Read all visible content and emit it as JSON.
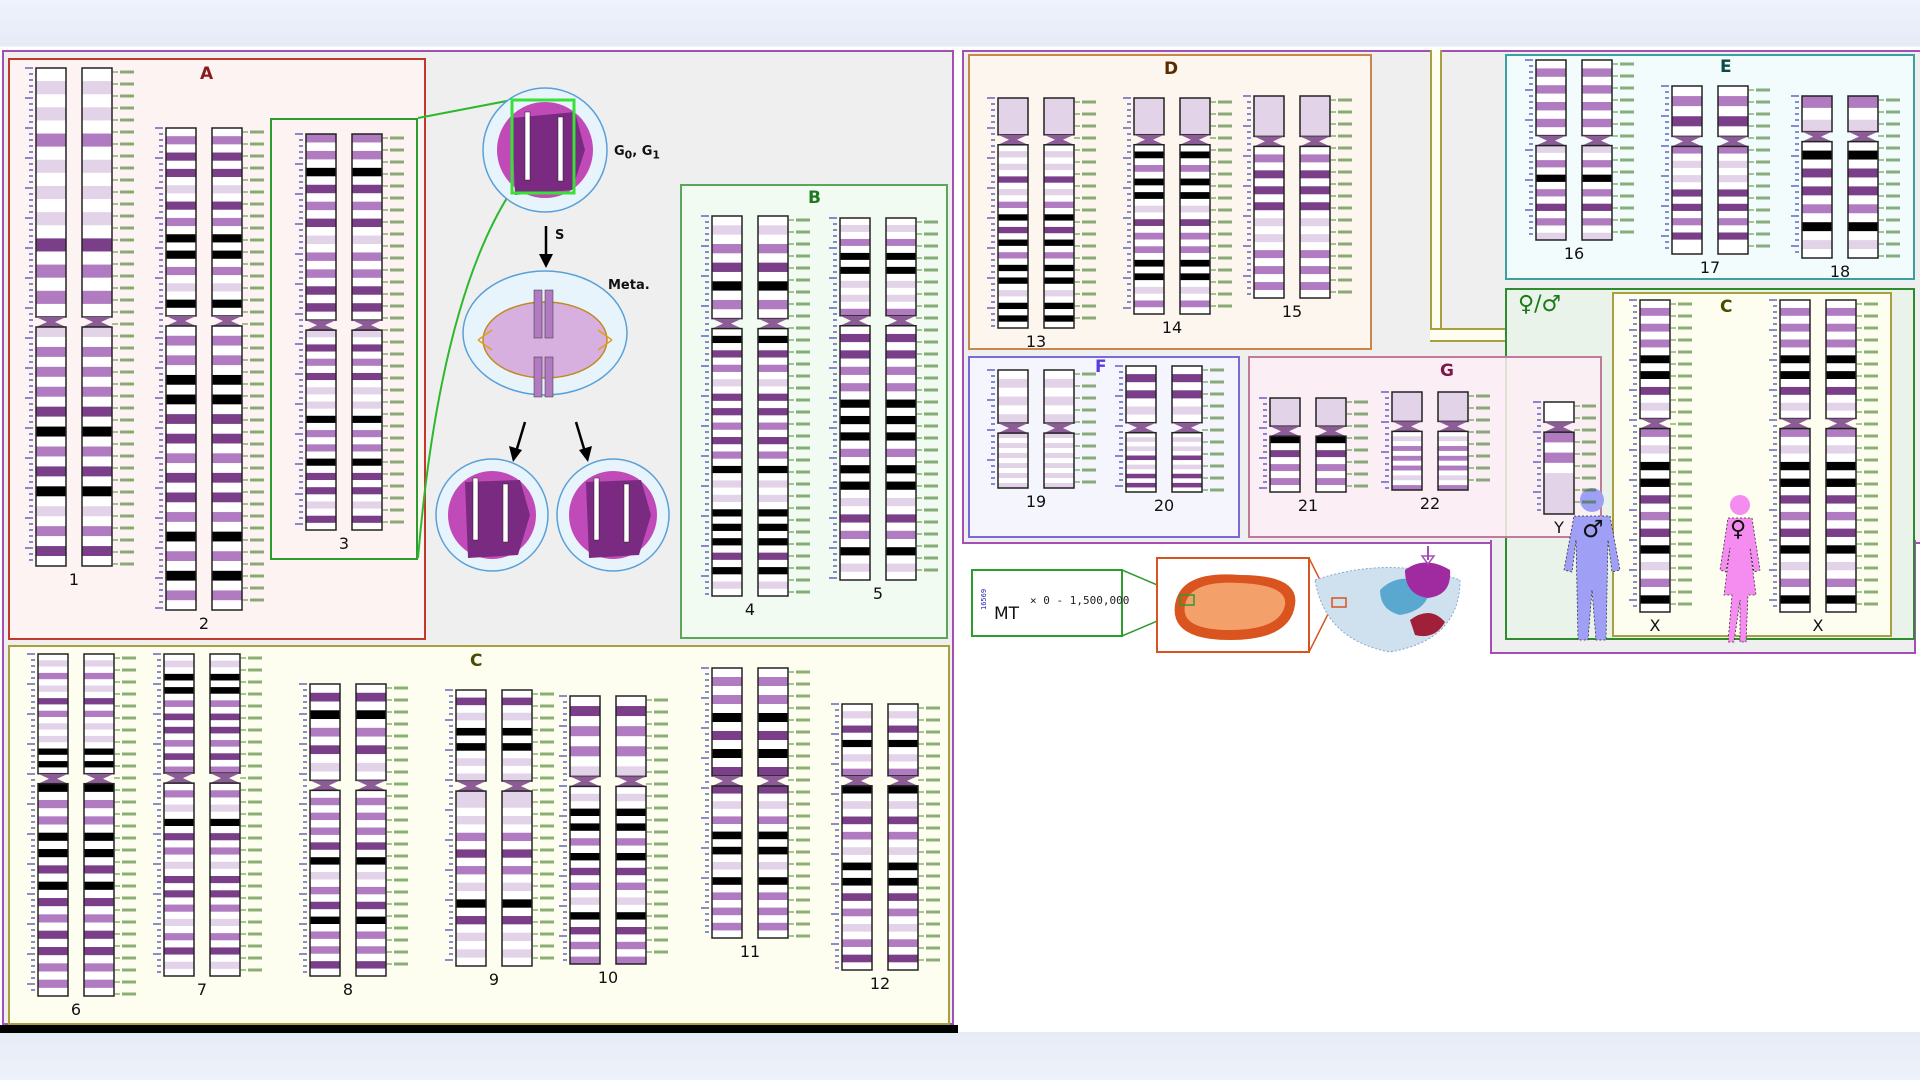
{
  "title": "Human karyotype ideogram (chromosome groups, cell cycle, mitochondrial DNA)",
  "colors": {
    "band_black": "#000000",
    "band_dark": "#7b3f8a",
    "band_mid": "#b07bc0",
    "band_light": "#e3d3e8",
    "band_white": "#ffffff",
    "centromere": "#8b5c95",
    "scale_blue": "#1a1aa8",
    "label_green": "#2b6b10",
    "group_A": "#8b1a1a",
    "group_B": "#1f7a1f",
    "group_C": "#4a4a00",
    "group_D": "#5a2a00",
    "group_E": "#0b4a4a",
    "group_F": "#5a3ae0",
    "group_G": "#7a1a4a",
    "sex": "#1a7a1a"
  },
  "groups": {
    "A": {
      "label": "A",
      "chromosomes": [
        "1",
        "2",
        "3"
      ]
    },
    "B": {
      "label": "B",
      "chromosomes": [
        "4",
        "5"
      ]
    },
    "C": {
      "label": "C",
      "chromosomes": [
        "6",
        "7",
        "8",
        "9",
        "10",
        "11",
        "12"
      ]
    },
    "D": {
      "label": "D",
      "chromosomes": [
        "13",
        "14",
        "15"
      ]
    },
    "E": {
      "label": "E",
      "chromosomes": [
        "16",
        "17",
        "18"
      ]
    },
    "F": {
      "label": "F",
      "chromosomes": [
        "19",
        "20"
      ]
    },
    "G": {
      "label": "G",
      "chromosomes": [
        "21",
        "22"
      ]
    },
    "sex": {
      "label": "♀/♂",
      "c_label": "C",
      "chromosomes": [
        "X",
        "X",
        "X",
        "Y"
      ]
    }
  },
  "cell_cycle": {
    "g0g1": "G",
    "g0_sub": "0",
    "g1_sub": "1",
    "s_label": "S",
    "meta_label": "Meta."
  },
  "mito": {
    "label": "MT",
    "copies": "× 0 - 1,500,000",
    "scale": "16569"
  },
  "figures": {
    "male_symbol": "♂",
    "female_symbol": "♀"
  },
  "chromosomes": {
    "1": {
      "name": "1",
      "p": "wlwlwmwlwlwlwdwmwmw",
      "q": "LwmwmwmwdwBwmwdwBwlwmwdw",
      "plen": 0.5
    },
    "2": {
      "name": "2",
      "p": "wmwdwdwlwdwmwBwBwmwlwBw",
      "q": "wmwmwBwBwdwdwmwdwdwmwBwmwBwmw",
      "plen": 0.39
    },
    "3": {
      "name": "3",
      "p": "mwmwBwdwmwdwlwmwmwdwdw",
      "q": "lwdwmwdwlwlwBwmwmwBwdwdwlwdw",
      "plen": 0.47
    },
    "4": {
      "name": "4",
      "p": "wlwmwdwBwmw",
      "q": "wBwdwmwlwdwdwmwdwmwBwlwlwBwBwBwdwBwlw",
      "plen": 0.27
    },
    "5": {
      "name": "5",
      "p": "wlwmwBwBwlwlwm",
      "q": "wdwdwmwmwBwBwBwmwBwBwlwdwmwBwlw",
      "plen": 0.27
    },
    "6": {
      "name": "6",
      "p": "wlwmwlwdwmwlwlwBwBw",
      "q": "BwmwmwBwBwdwBwdwmwdwdwmwmw",
      "plen": 0.35
    },
    "7": {
      "name": "7",
      "p": "wlwBwBwmwdwdwmwdwm",
      "q": "wmwlwBwdwmwlwdwdwmwlwmwdwlw",
      "plen": 0.37
    },
    "8": {
      "name": "8",
      "p": "wdwBwmwdwlw",
      "q": "wmwmwmwdwBwlwmwdwBwmwmwdw",
      "plen": 0.33
    },
    "9": {
      "name": "9",
      "p": "wdwlwBwBwlwl",
      "q": "LLwlwmwdwmwlwBwdwlwlw",
      "plen": 0.33
    },
    "10": {
      "name": "10",
      "p": "wdwmwmwl",
      "q": "wlwBwBwmwBwdwmwlwBwdwmwm",
      "plen": 0.3
    },
    "11": {
      "name": "11",
      "p": "wmwmwBwdwBwd",
      "q": "dwlwmwBwBwlwBwmwmwmw",
      "plen": 0.4
    },
    "12": {
      "name": "12",
      "p": "wlwdwBwlwm",
      "q": "BwlwdwmwlwBwBwdwmwlwmwdw",
      "plen": 0.27
    },
    "13": {
      "name": "13",
      "p": "SS",
      "q": "wlwlwdwlwmwBwdwBwmwBwBwlwBwBw",
      "plen": 0.16
    },
    "14": {
      "name": "14",
      "p": "SS",
      "q": "wBwmwBwBwlwdwmwmwBwBwlwmw",
      "plen": 0.17
    },
    "15": {
      "name": "15",
      "p": "SS",
      "q": "wmwdwdwdwlwlwmwmwmw",
      "plen": 0.2
    },
    "16": {
      "name": "16",
      "p": "wmwmwmwmw",
      "q": "lwmwBwmwdwmwl",
      "plen": 0.42
    },
    "17": {
      "name": "17",
      "p": "wmwdw",
      "q": "mwlwlwdwdwmwdww",
      "plen": 0.3
    },
    "18": {
      "name": "18",
      "p": "mwl",
      "q": "wBwdwdwmwBwlw",
      "plen": 0.22
    },
    "19": {
      "name": "19",
      "p": "wlwlwl",
      "q": "lwlwlwlwlwl",
      "plen": 0.45
    },
    "20": {
      "name": "20",
      "p": "wdwdwlw",
      "q": "wlwlwdwlwdwdw",
      "plen": 0.45
    },
    "21": {
      "name": "21",
      "p": "SS",
      "q": "BwdwmwmW",
      "plen": 0.3
    },
    "22": {
      "name": "22",
      "p": "SS",
      "q": "wlwmwmwmwlwm",
      "plen": 0.3
    },
    "X": {
      "name": "X",
      "p": "wmwmwmwBwBwdwlw",
      "q": "mwlwBwBwdwmwdwBwlwmwBw",
      "plen": 0.38
    },
    "Y": {
      "name": "Y",
      "p": "w",
      "q": "mwmwLLLL",
      "plen": 0.18
    }
  }
}
